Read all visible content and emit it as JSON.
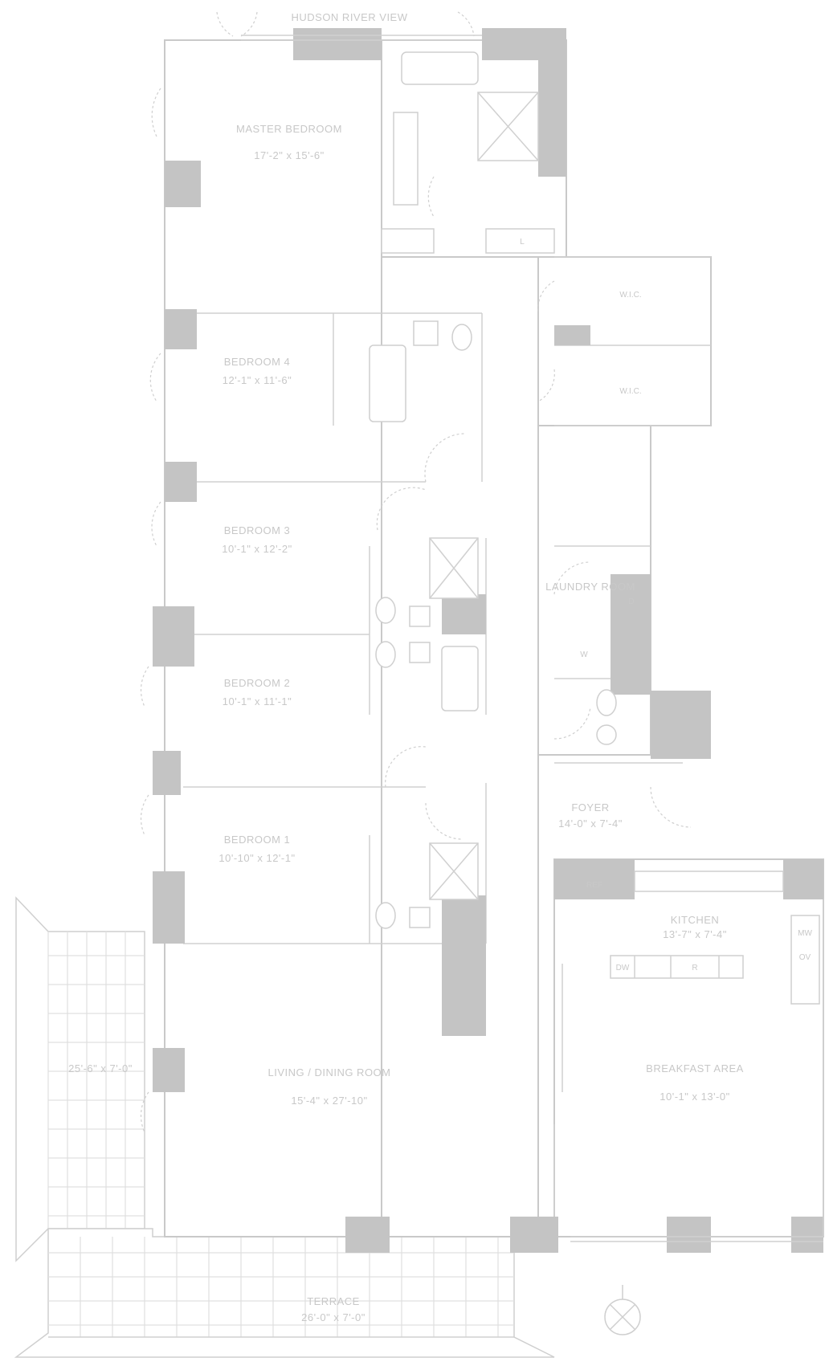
{
  "plan": {
    "top_label": "HUDSON RIVER VIEW",
    "rooms": {
      "master_bedroom": {
        "name": "MASTER BEDROOM",
        "dims": "17'-2\" x 15'-6\""
      },
      "bedroom_4": {
        "name": "BEDROOM 4",
        "dims": "12'-1\" x 11'-6\""
      },
      "bedroom_3": {
        "name": "BEDROOM 3",
        "dims": "10'-1\" x 12'-2\""
      },
      "bedroom_2": {
        "name": "BEDROOM 2",
        "dims": "10'-1\" x 11'-1\""
      },
      "bedroom_1": {
        "name": "BEDROOM 1",
        "dims": "10'-10\" x 12'-1\""
      },
      "living_dining": {
        "name": "LIVING / DINING ROOM",
        "dims": "15'-4\" x 27'-10\""
      },
      "kitchen": {
        "name": "KITCHEN",
        "dims": "13'-7\" x 7'-4\""
      },
      "breakfast": {
        "name": "BREAKFAST AREA",
        "dims": "10'-1\" x 13'-0\""
      },
      "foyer": {
        "name": "FOYER",
        "dims": "14'-0\" x 7'-4\""
      },
      "laundry": {
        "name": "LAUNDRY ROOM"
      },
      "terrace_side": {
        "dims": "25'-6\" x 7'-0\""
      },
      "terrace": {
        "name": "TERRACE",
        "dims": "26'-0\" x 7'-0\""
      }
    },
    "closets": {
      "wic_1": "W.I.C.",
      "wic_2": "W.I.C."
    },
    "fixtures": {
      "washer": "W",
      "dryer": "D",
      "linen": "L",
      "fridge": "REF",
      "dishwasher": "DW",
      "range": "R",
      "microwave": "MW",
      "oven": "OV"
    }
  }
}
